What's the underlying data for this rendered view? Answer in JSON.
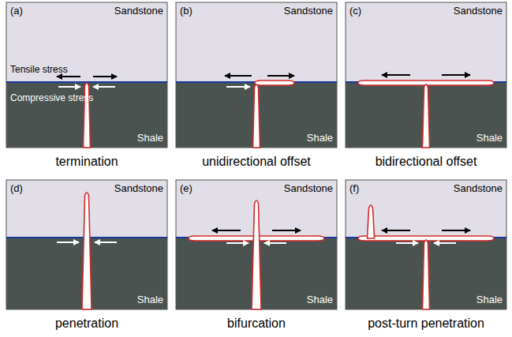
{
  "diagram": {
    "labels": [
      "(a)",
      "Sandstone",
      "Tensile stress",
      "Compressive stress",
      "Shale",
      "termination",
      "(b)",
      "Sandstone",
      "Shale",
      "unidirectional offset",
      "(c)",
      "Sandstone",
      "Shale",
      "bidirectional offset",
      "(d)",
      "Sandstone",
      "Shale",
      "penetration",
      "(e)",
      "Sandstone",
      "Shale",
      "bifurcation",
      "(f)",
      "Sandstone",
      "Shale",
      "post-turn penetration"
    ]
  }
}
